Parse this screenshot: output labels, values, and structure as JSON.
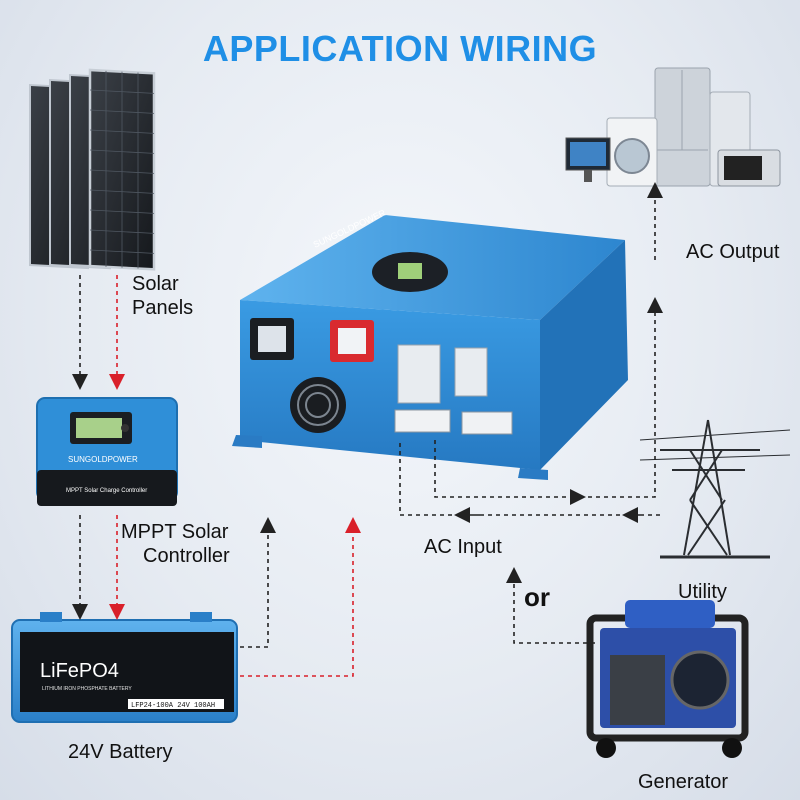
{
  "title": "APPLICATION WIRING",
  "labels": {
    "solar_line1": "Solar",
    "solar_line2": "Panels",
    "mppt_line1": "MPPT Solar",
    "mppt_line2": "Controller",
    "battery": "24V Battery",
    "ac_output": "AC Output",
    "ac_input": "AC Input",
    "or": "or",
    "utility": "Utility",
    "generator": "Generator"
  },
  "devices": {
    "inverter_brand": "SUNGOLDPOWER",
    "controller_brand": "SUNGOLDPOWER",
    "controller_model": "MPPT Solar Charge Controller",
    "battery_brand": "LiFePO4",
    "battery_subtitle": "LITHIUM IRON PHOSPHATE BATTERY",
    "battery_model": "LFP24-100A 24V 100AH"
  },
  "colors": {
    "title": "#1f8fe6",
    "wire_dark": "#222222",
    "wire_red": "#d9202a",
    "device_blue": "#2f8fd8"
  }
}
